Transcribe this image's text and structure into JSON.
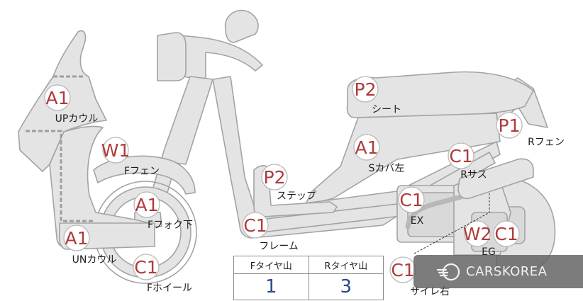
{
  "parts": [
    {
      "key": "up_cowl",
      "code": "A1",
      "label": "UPカウル"
    },
    {
      "key": "f_fender",
      "code": "W1",
      "label": "Fフェン"
    },
    {
      "key": "f_fork_lower",
      "code": "A1",
      "label": "Fフォク下"
    },
    {
      "key": "un_cowl",
      "code": "A1",
      "label": "UNカウル"
    },
    {
      "key": "f_wheel",
      "code": "C1",
      "label": "Fホイール"
    },
    {
      "key": "step",
      "code": "P2",
      "label": "ステップ"
    },
    {
      "key": "frame",
      "code": "C1",
      "label": "フレーム"
    },
    {
      "key": "seat",
      "code": "P2",
      "label": "シート"
    },
    {
      "key": "s_cover_left",
      "code": "A1",
      "label": "Sカバ左"
    },
    {
      "key": "r_fender",
      "code": "P1",
      "label": "Rフェン"
    },
    {
      "key": "r_suspension",
      "code": "C1",
      "label": "Rサス"
    },
    {
      "key": "exhaust",
      "code": "C1",
      "label": "EX"
    },
    {
      "key": "engine_w",
      "code": "W2",
      "label": ""
    },
    {
      "key": "engine_c",
      "code": "C1",
      "label": ""
    },
    {
      "key": "eg",
      "code": "",
      "label": "EG"
    },
    {
      "key": "muffler_right",
      "code": "C1",
      "label": "サイレ右"
    }
  ],
  "tire_table": {
    "headers": [
      "Fタイヤ山",
      "Rタイヤ山"
    ],
    "values": [
      "1",
      "3"
    ]
  },
  "watermark": {
    "text": "CARSKOREA",
    "icon": "carskorea-logo-icon"
  },
  "colors": {
    "badge_code": "#b03a3a",
    "tire_value": "#2c4a8c",
    "part_fill": "#e4e4e4",
    "part_stroke": "#a3a3a3"
  }
}
